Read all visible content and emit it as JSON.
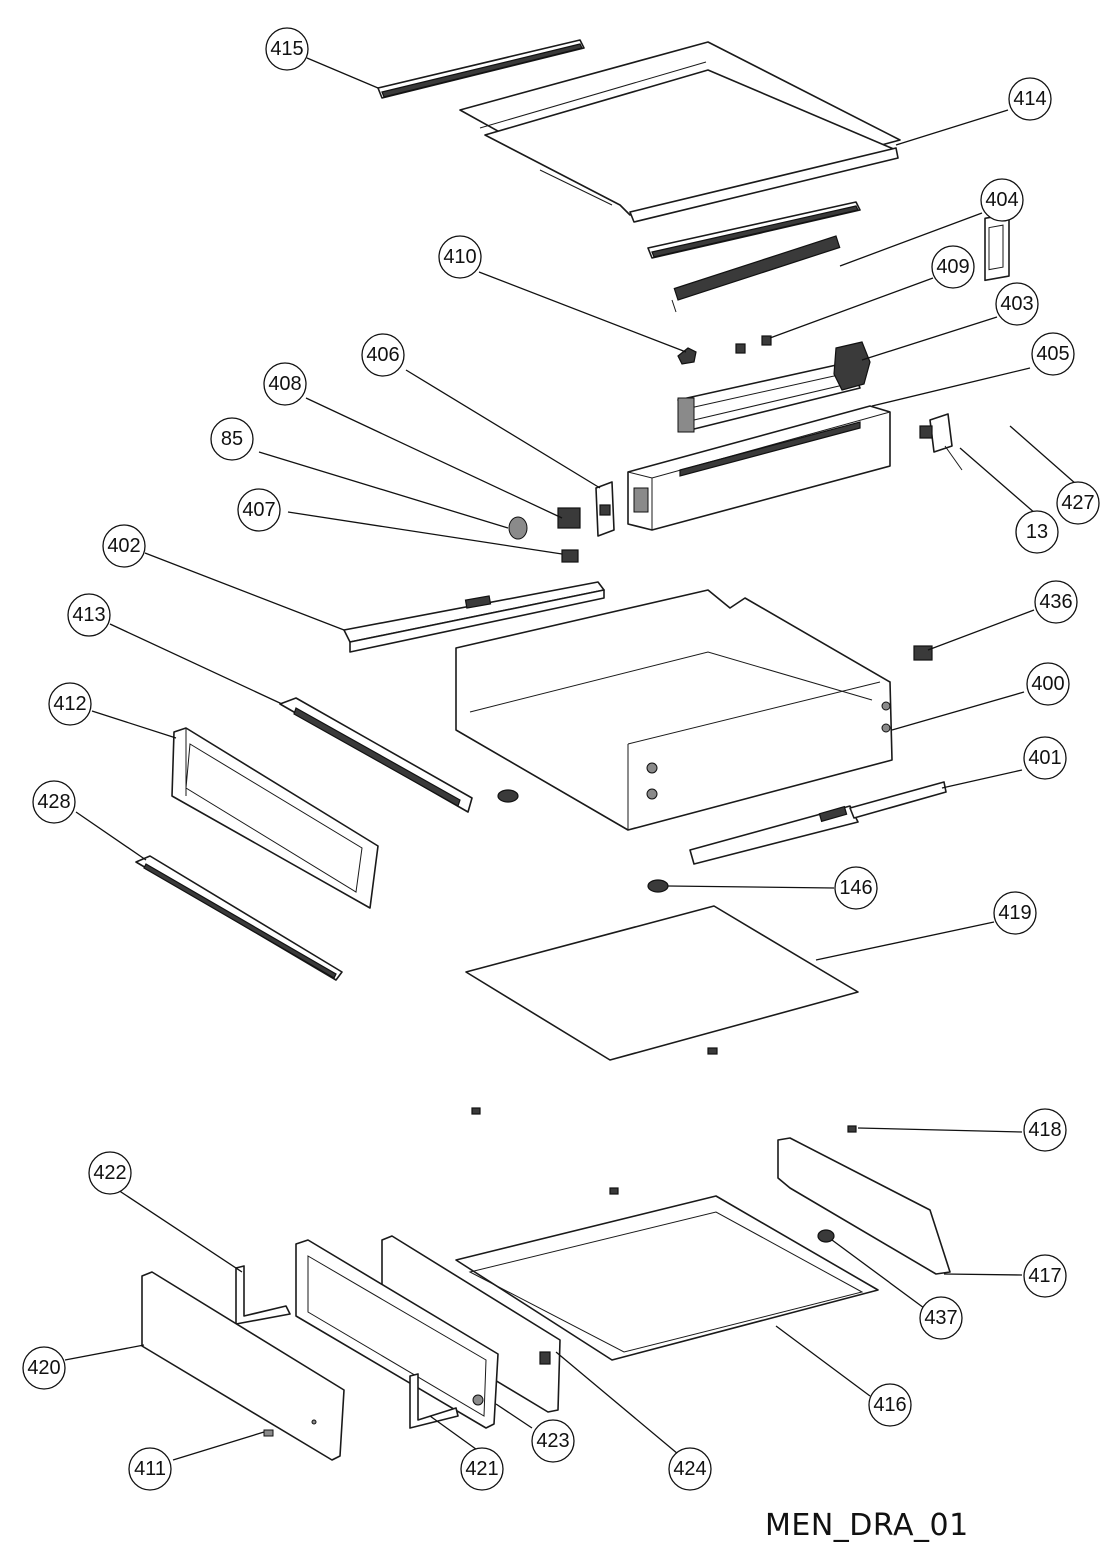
{
  "drawing_code": "MEN_DRA_01",
  "parts": [
    {
      "id": "p415",
      "label": "415"
    },
    {
      "id": "p414",
      "label": "414"
    },
    {
      "id": "p404",
      "label": "404"
    },
    {
      "id": "p410",
      "label": "410"
    },
    {
      "id": "p409",
      "label": "409"
    },
    {
      "id": "p403",
      "label": "403"
    },
    {
      "id": "p406",
      "label": "406"
    },
    {
      "id": "p408",
      "label": "408"
    },
    {
      "id": "p405",
      "label": "405"
    },
    {
      "id": "p85",
      "label": "85"
    },
    {
      "id": "p407",
      "label": "407"
    },
    {
      "id": "p427",
      "label": "427"
    },
    {
      "id": "p13",
      "label": "13"
    },
    {
      "id": "p402",
      "label": "402"
    },
    {
      "id": "p436",
      "label": "436"
    },
    {
      "id": "p413",
      "label": "413"
    },
    {
      "id": "p412",
      "label": "412"
    },
    {
      "id": "p400",
      "label": "400"
    },
    {
      "id": "p401",
      "label": "401"
    },
    {
      "id": "p428",
      "label": "428"
    },
    {
      "id": "p146",
      "label": "146"
    },
    {
      "id": "p419",
      "label": "419"
    },
    {
      "id": "p418",
      "label": "418"
    },
    {
      "id": "p422",
      "label": "422"
    },
    {
      "id": "p417",
      "label": "417"
    },
    {
      "id": "p437",
      "label": "437"
    },
    {
      "id": "p420",
      "label": "420"
    },
    {
      "id": "p416",
      "label": "416"
    },
    {
      "id": "p423",
      "label": "423"
    },
    {
      "id": "p411",
      "label": "411"
    },
    {
      "id": "p421",
      "label": "421"
    },
    {
      "id": "p424",
      "label": "424"
    }
  ]
}
